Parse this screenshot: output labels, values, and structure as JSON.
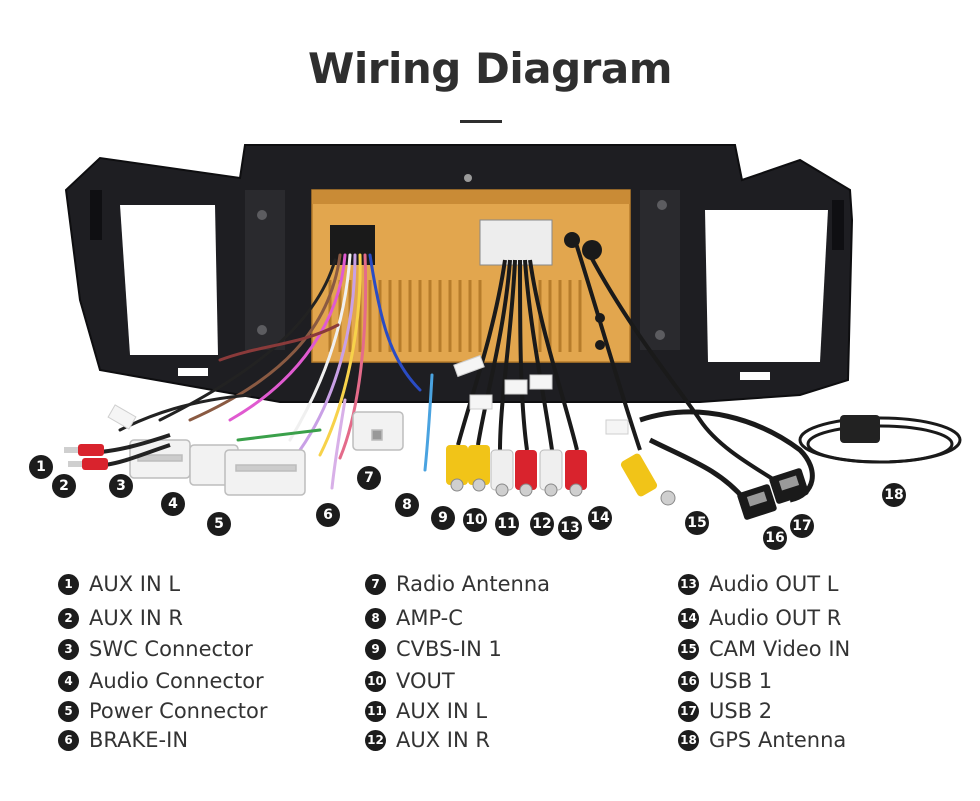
{
  "title": "Wiring Diagram",
  "legend": [
    {
      "num": "1",
      "label": "AUX IN L"
    },
    {
      "num": "2",
      "label": "AUX IN R"
    },
    {
      "num": "3",
      "label": "SWC Connector"
    },
    {
      "num": "4",
      "label": "Audio Connector"
    },
    {
      "num": "5",
      "label": "Power Connector"
    },
    {
      "num": "6",
      "label": "BRAKE-IN"
    },
    {
      "num": "7",
      "label": "Radio Antenna"
    },
    {
      "num": "8",
      "label": "AMP-C"
    },
    {
      "num": "9",
      "label": "CVBS-IN 1"
    },
    {
      "num": "10",
      "label": "VOUT"
    },
    {
      "num": "11",
      "label": "AUX IN L"
    },
    {
      "num": "12",
      "label": "AUX IN R"
    },
    {
      "num": "13",
      "label": "Audio OUT L"
    },
    {
      "num": "14",
      "label": "Audio OUT R"
    },
    {
      "num": "15",
      "label": "CAM Video IN"
    },
    {
      "num": "16",
      "label": "USB 1"
    },
    {
      "num": "17",
      "label": "USB 2"
    },
    {
      "num": "18",
      "label": "GPS Antenna"
    }
  ],
  "callouts": [
    "1",
    "2",
    "3",
    "4",
    "5",
    "6",
    "7",
    "8",
    "9",
    "10",
    "11",
    "12",
    "13",
    "14",
    "15",
    "16",
    "17",
    "18"
  ],
  "colors": {
    "bezel": "#1e1e22",
    "chassis": "#e2a64e",
    "rca_yellow": "#f1c418",
    "rca_red": "#d9232d",
    "rca_white": "#efefef",
    "callout": "#1c1c1c"
  }
}
